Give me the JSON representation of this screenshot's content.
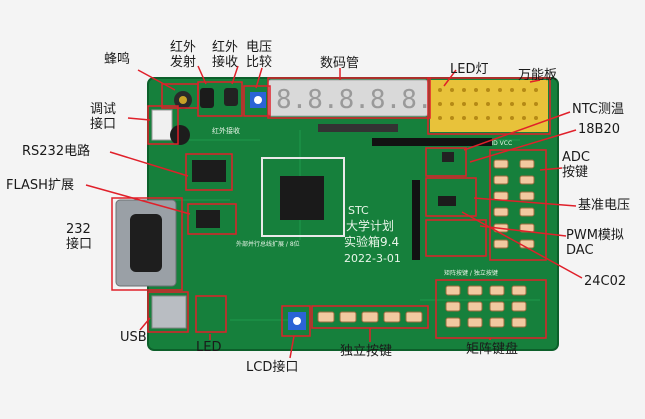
{
  "labels": {
    "buzzer": "蜂鸣",
    "ir_tx": "红外\n发射",
    "ir_rx": "红外\n接收",
    "voltage_cmp": "电压\n比较",
    "seven_seg": "数码管",
    "led_lamp": "LED灯",
    "proto_board": "万能板",
    "debug_port": "调试\n接口",
    "ntc": "NTC测温",
    "ds18b20": "18B20",
    "rs232": "RS232电路",
    "flash": "FLASH扩展",
    "adc_keys": "ADC\n按键",
    "ref_voltage": "基准电压",
    "port232": "232\n接口",
    "pwm_dac": "PWM模拟\nDAC",
    "eeprom": "24C02",
    "usb": "USB",
    "led": "LED",
    "lcd": "LCD接口",
    "keys": "独立按键",
    "matrix": "矩阵键盘"
  },
  "board": {
    "brand": "STC",
    "title": "大学计划",
    "subtitle": "实验箱9.4",
    "date": "2022-3-01",
    "ir_rx_silk": "红外接收",
    "matrix_silk": "矩阵按键 / 独立按键",
    "gnd_vcc": "GND  VCC",
    "bottom_silk": "外部并行总线扩展 / 8位"
  },
  "colors": {
    "pcb": "#16803c",
    "pcb_dark": "#0f6a30",
    "annotation_line": "#e0202a",
    "seg_display": "#d9d9d9",
    "proto": "#e8c23a"
  }
}
